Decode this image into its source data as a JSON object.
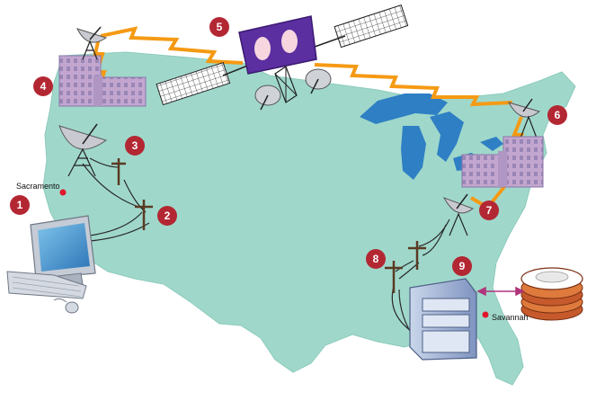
{
  "steps": [
    {
      "number": "1"
    },
    {
      "number": "2"
    },
    {
      "number": "3"
    },
    {
      "number": "4"
    },
    {
      "number": "5"
    },
    {
      "number": "6"
    },
    {
      "number": "7"
    },
    {
      "number": "8"
    },
    {
      "number": "9"
    }
  ],
  "cities": {
    "west": "Sacramento",
    "east": "Savannah"
  },
  "colors": {
    "map": "#9fd8cb",
    "water": "#2f7fc4",
    "badge": "#b32733",
    "lightning": "#f59a14",
    "satellite": "#5b2fa0",
    "building": "#c2a6cf",
    "city_dot": "#e0162b"
  },
  "icons": [
    "computer-icon",
    "keyboard-icon",
    "mouse-icon",
    "utility-pole-icon",
    "satellite-dish-icon",
    "office-building-icon",
    "satellite-icon",
    "server-tower-icon",
    "disk-stack-icon"
  ]
}
